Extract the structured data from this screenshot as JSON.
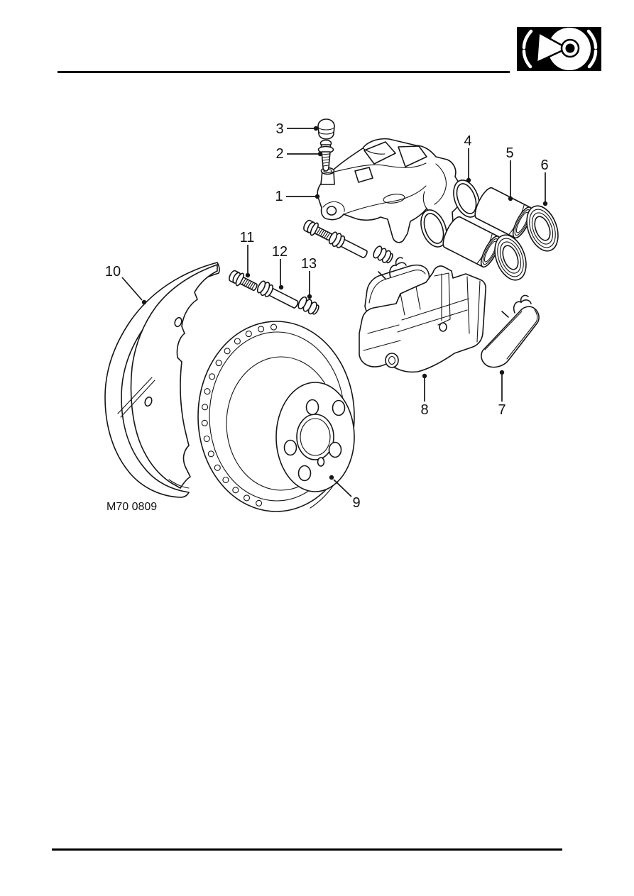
{
  "header": {
    "badge_icon": "brake-disc-icon"
  },
  "figure": {
    "caption": "M70 0809",
    "callouts": [
      {
        "n": "1",
        "label": [
          393,
          277
        ],
        "line": [
          [
            403,
            277
          ],
          [
            444,
            277
          ]
        ],
        "dot": [
          447,
          277
        ]
      },
      {
        "n": "2",
        "label": [
          394,
          217
        ],
        "line": [
          [
            404,
            217
          ],
          [
            448,
            217
          ]
        ],
        "dot": [
          451,
          217
        ]
      },
      {
        "n": "3",
        "label": [
          394,
          182
        ],
        "line": [
          [
            404,
            181
          ],
          [
            442,
            181
          ]
        ],
        "dot": [
          445,
          181
        ]
      },
      {
        "n": "4",
        "label": [
          659,
          199
        ],
        "line": [
          [
            660,
            209
          ],
          [
            660,
            251
          ]
        ],
        "dot": [
          660,
          254
        ]
      },
      {
        "n": "5",
        "label": [
          718,
          216
        ],
        "line": [
          [
            719,
            226
          ],
          [
            719,
            277
          ]
        ],
        "dot": [
          719,
          280
        ]
      },
      {
        "n": "6",
        "label": [
          767,
          233
        ],
        "line": [
          [
            768,
            243
          ],
          [
            768,
            284
          ]
        ],
        "dot": [
          768,
          287
        ]
      },
      {
        "n": "7",
        "label": [
          707,
          578
        ],
        "line": [
          [
            707,
            566
          ],
          [
            707,
            528
          ]
        ],
        "dot": [
          707,
          525
        ]
      },
      {
        "n": "8",
        "label": [
          598,
          578
        ],
        "line": [
          [
            598,
            566
          ],
          [
            598,
            533
          ]
        ],
        "dot": [
          598,
          530
        ]
      },
      {
        "n": "9",
        "label": [
          502,
          709
        ],
        "line": [
          [
            495,
            700
          ],
          [
            470,
            676
          ]
        ],
        "dot": [
          467,
          673
        ]
      },
      {
        "n": "10",
        "label": [
          159,
          383
        ],
        "line": [
          [
            172,
            391
          ],
          [
            200,
            423
          ]
        ],
        "dot": [
          203,
          426
        ]
      },
      {
        "n": "11",
        "label": [
          348,
          335
        ],
        "line": [
          [
            349,
            345
          ],
          [
            349,
            385
          ]
        ],
        "dot": [
          349,
          388
        ]
      },
      {
        "n": "12",
        "label": [
          394,
          355
        ],
        "line": [
          [
            395,
            365
          ],
          [
            395,
            402
          ]
        ],
        "dot": [
          396,
          405
        ]
      },
      {
        "n": "13",
        "label": [
          435,
          372
        ],
        "line": [
          [
            436,
            382
          ],
          [
            436,
            415
          ]
        ],
        "dot": [
          436,
          418
        ]
      }
    ]
  }
}
